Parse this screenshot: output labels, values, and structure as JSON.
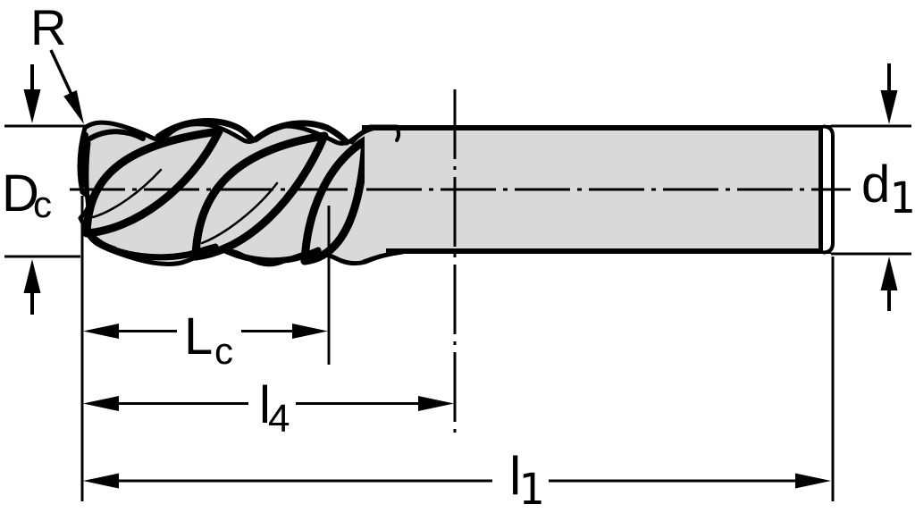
{
  "diagram": {
    "colors": {
      "line": "#000000",
      "tool_fill": "#d9d9d9",
      "background": "#ffffff"
    },
    "labels": {
      "radius_r": {
        "main": "R"
      },
      "diameter_dc": {
        "main": "D",
        "sub": "c"
      },
      "diameter_d1": {
        "main": "d",
        "sub": "1"
      },
      "length_lc": {
        "main": "L",
        "sub": "c"
      },
      "length_l4": {
        "main": "l",
        "sub": "4"
      },
      "length_l1": {
        "main": "l",
        "sub": "1"
      }
    }
  }
}
